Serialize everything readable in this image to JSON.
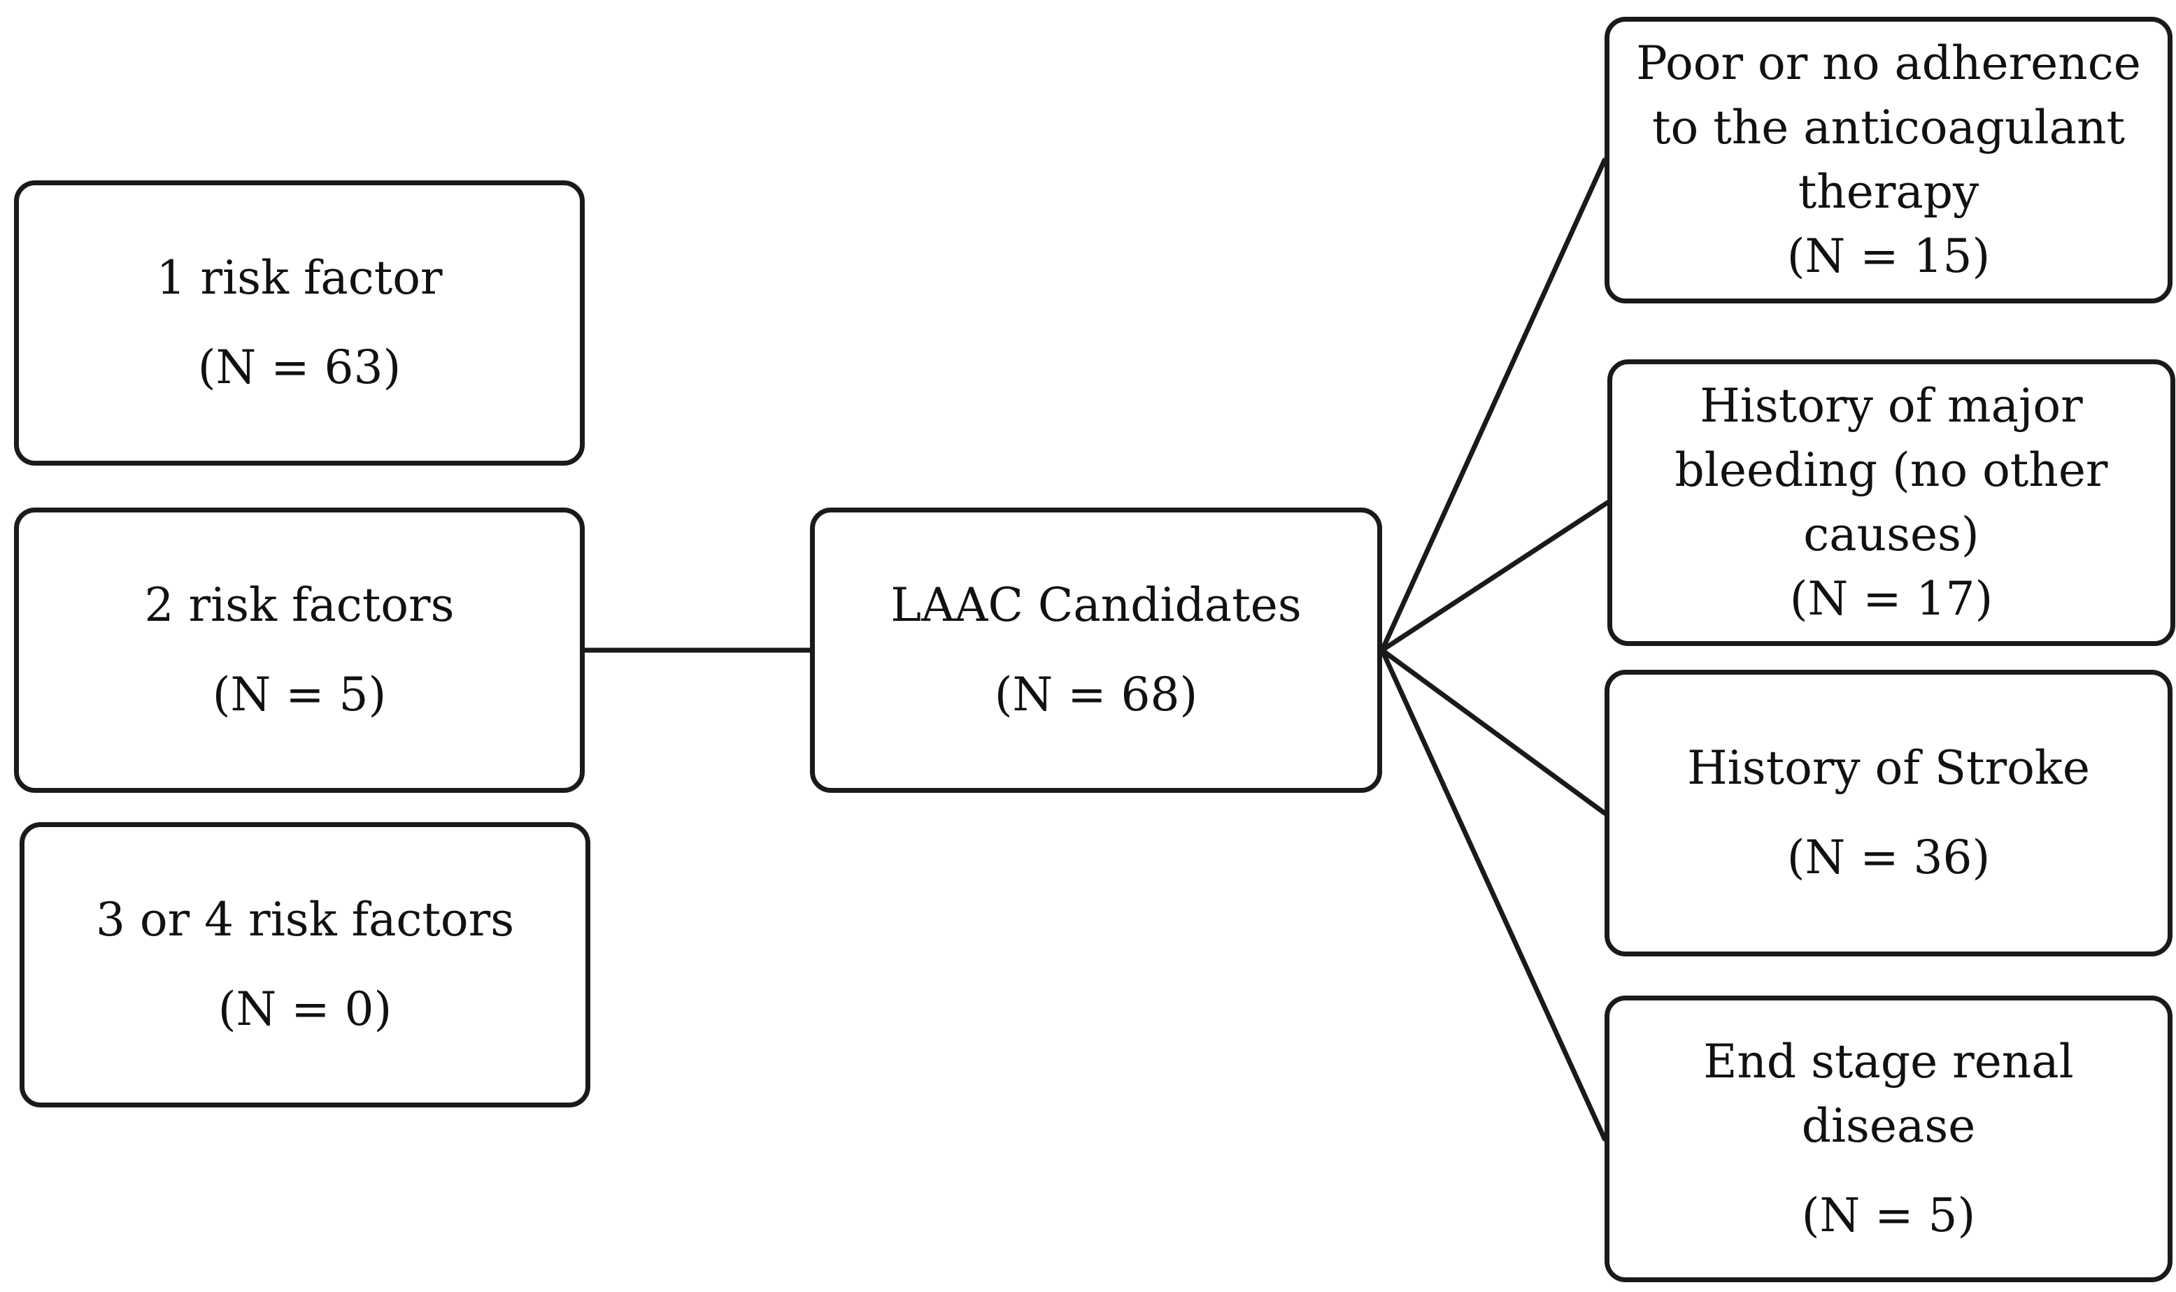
{
  "left": [
    {
      "label": "1 risk factor",
      "count": "(N = 63)"
    },
    {
      "label": "2 risk factors",
      "count": "(N = 5)"
    },
    {
      "label": "3 or 4 risk factors",
      "count": "(N = 0)"
    }
  ],
  "center": {
    "label": "LAAC Candidates",
    "count": "(N = 68)"
  },
  "right": [
    {
      "label": "Poor or no adherence\nto the anticoagulant\ntherapy",
      "count": "(N = 15)"
    },
    {
      "label": "History of major\nbleeding (no other\ncauses)",
      "count": "(N = 17)"
    },
    {
      "label": "History of Stroke",
      "count": "(N = 36)"
    },
    {
      "label": "End stage renal disease",
      "count": "(N = 5)"
    }
  ]
}
